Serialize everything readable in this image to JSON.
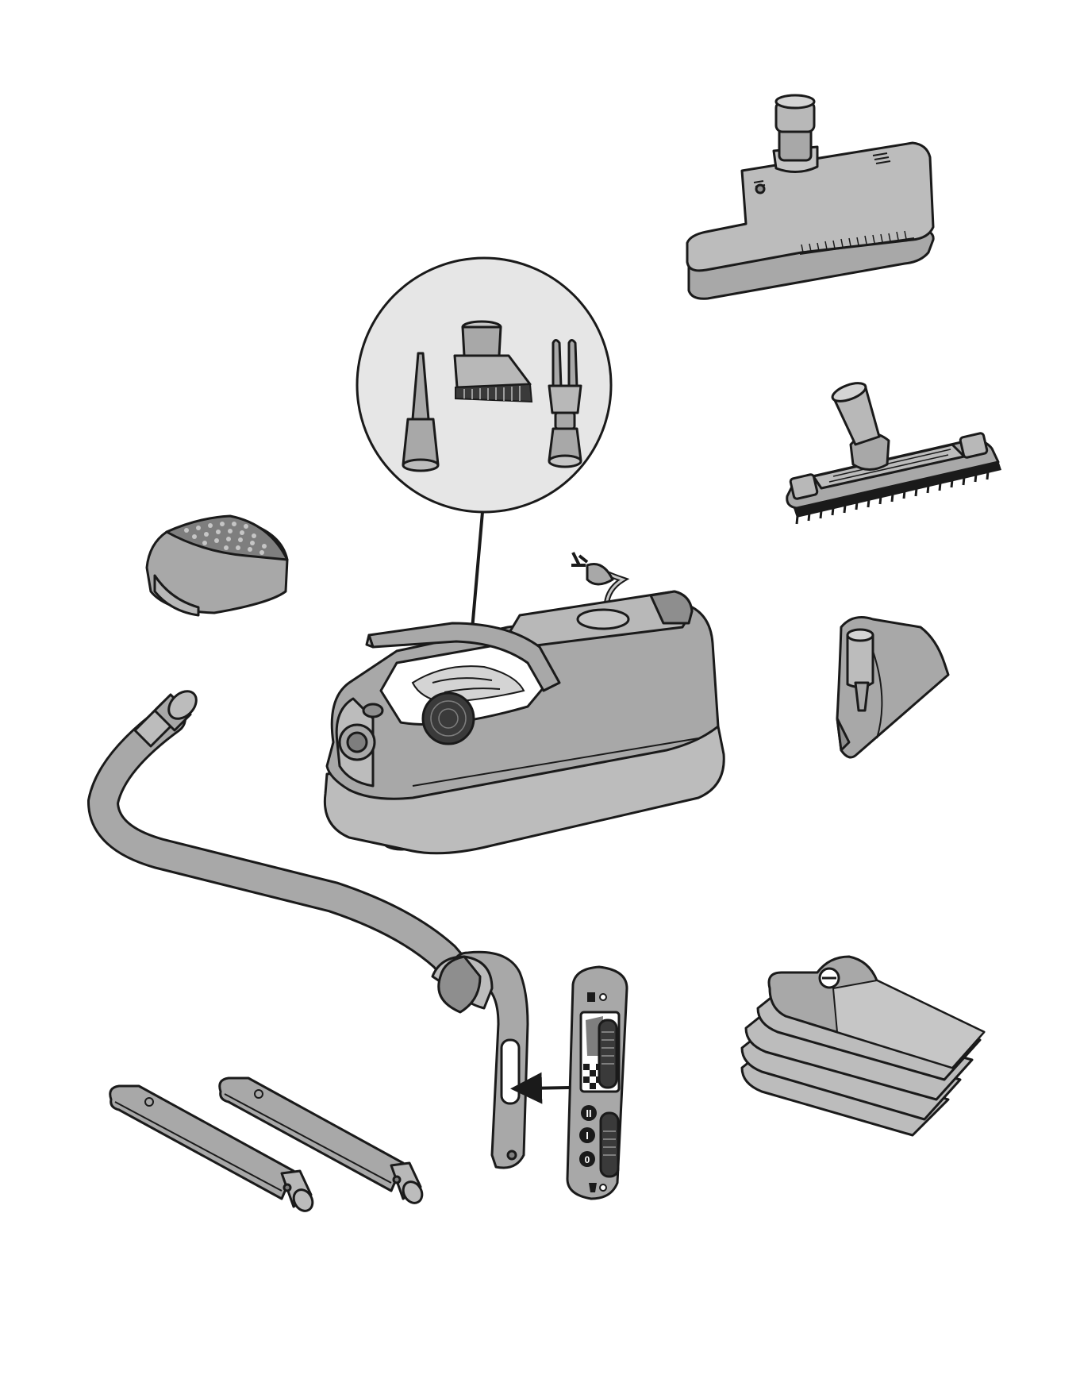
{
  "colors": {
    "outline": "#1a1a1a",
    "body": "#a8a8a8",
    "body_light": "#c6c6c6",
    "body_dark": "#7e7e7e",
    "inset_bg": "#e6e6e6",
    "white": "#ffffff"
  },
  "items": [
    {
      "id": "canister-vacuum",
      "icon": "canister-vacuum-icon"
    },
    {
      "id": "accessory-inset",
      "icon": "accessory-inset-icon"
    },
    {
      "id": "crevice-tool",
      "icon": "crevice-tool-icon"
    },
    {
      "id": "dusting-brush",
      "icon": "dusting-brush-icon"
    },
    {
      "id": "upholstery-tool",
      "icon": "upholstery-tool-icon"
    },
    {
      "id": "power-nozzle",
      "icon": "power-nozzle-icon"
    },
    {
      "id": "turbo-brush",
      "icon": "turbo-brush-icon"
    },
    {
      "id": "parquet-brush",
      "icon": "parquet-brush-icon"
    },
    {
      "id": "exhaust-filter",
      "icon": "exhaust-filter-icon"
    },
    {
      "id": "suction-hose",
      "icon": "suction-hose-icon"
    },
    {
      "id": "hose-handle",
      "icon": "hose-handle-icon"
    },
    {
      "id": "handle-control-detail",
      "icon": "handle-control-icon"
    },
    {
      "id": "wand-tubes",
      "icon": "wand-tube-icon"
    },
    {
      "id": "dust-bags",
      "icon": "dust-bag-icon"
    }
  ],
  "handle_controls": {
    "settings": [
      "II",
      "I",
      "0"
    ]
  }
}
